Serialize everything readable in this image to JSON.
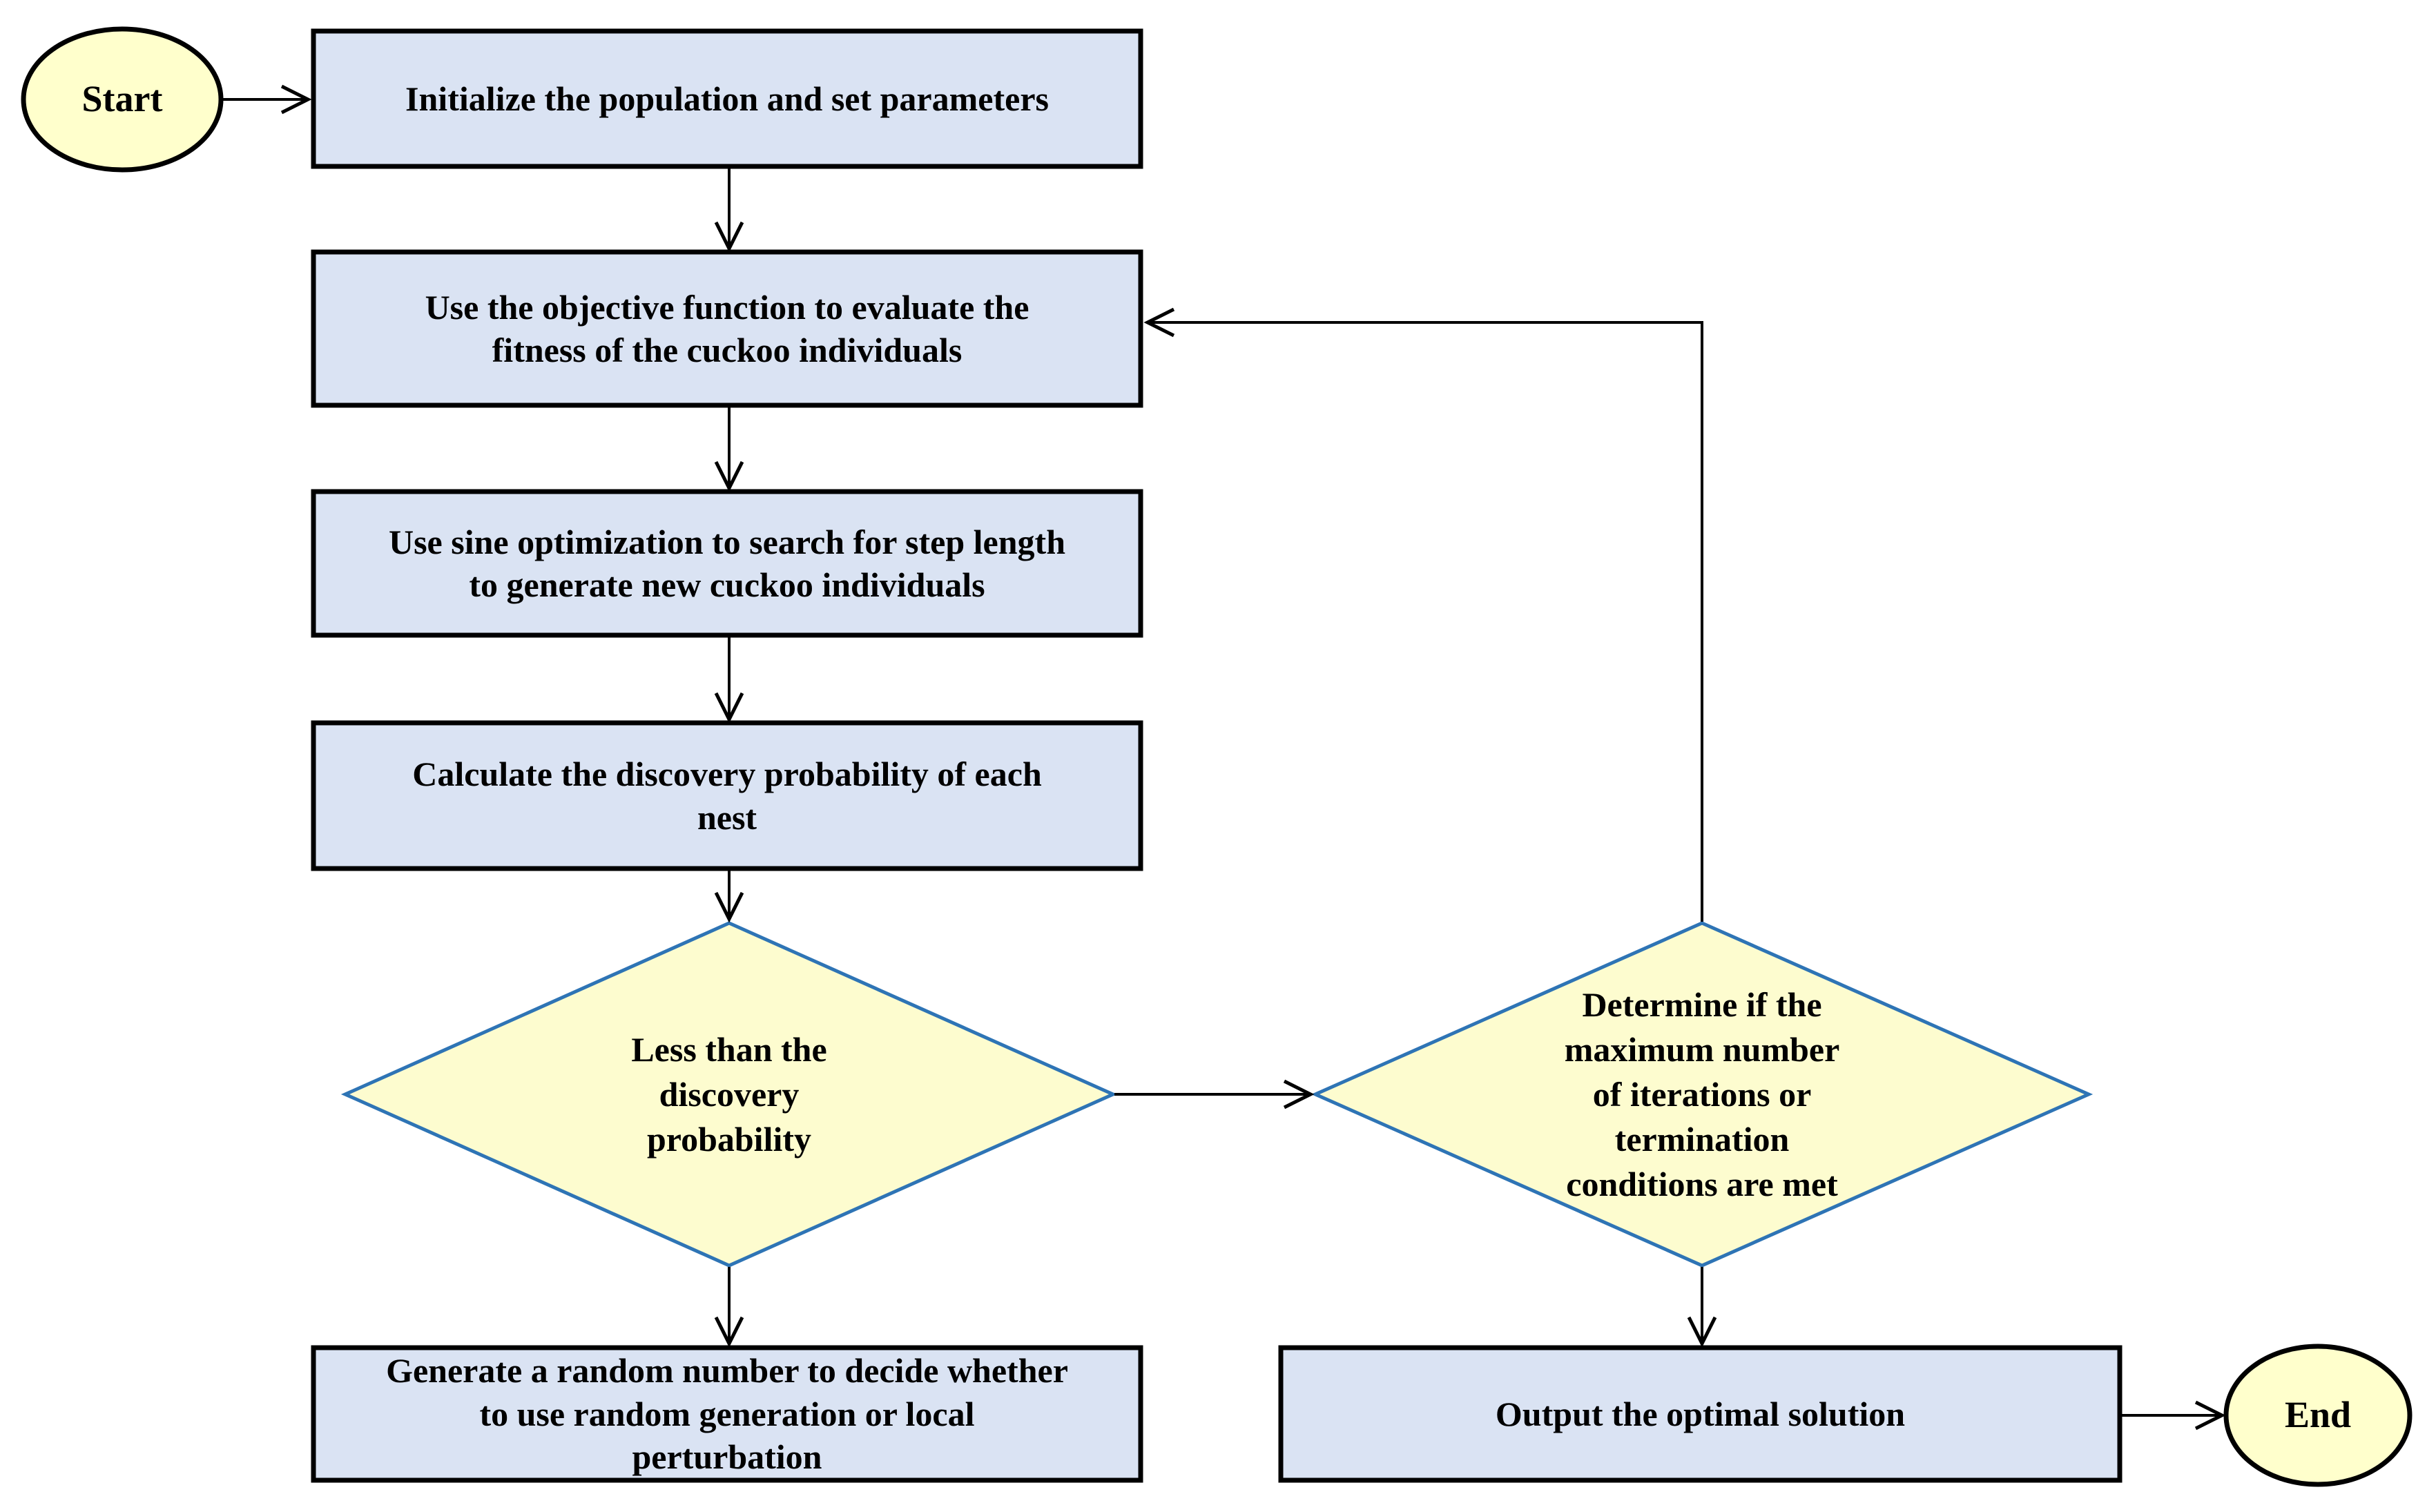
{
  "diagram": {
    "type": "flowchart",
    "background": "#ffffff"
  },
  "nodes": {
    "start": {
      "label": "Start",
      "shape": "ellipse"
    },
    "init": {
      "label": "Initialize the population and set parameters",
      "shape": "process"
    },
    "evaluate": {
      "label": "Use the objective function to evaluate the\nfitness of the cuckoo individuals",
      "shape": "process"
    },
    "sine": {
      "label": "Use sine optimization to search for step length\nto generate new cuckoo individuals",
      "shape": "process"
    },
    "calc": {
      "label": "Calculate the discovery probability of each\nnest",
      "shape": "process"
    },
    "less": {
      "label": "Less than the\ndiscovery\nprobability",
      "shape": "decision"
    },
    "random": {
      "label": "Generate a random number to decide whether\nto use random generation or local\nperturbation",
      "shape": "process"
    },
    "determine": {
      "label": "Determine if the\nmaximum number\nof iterations or\ntermination\nconditions are met",
      "shape": "decision"
    },
    "output": {
      "label": "Output the optimal solution",
      "shape": "process"
    },
    "end": {
      "label": "End",
      "shape": "ellipse"
    }
  },
  "edges": [
    {
      "from": "start",
      "to": "init"
    },
    {
      "from": "init",
      "to": "evaluate"
    },
    {
      "from": "evaluate",
      "to": "sine"
    },
    {
      "from": "sine",
      "to": "calc"
    },
    {
      "from": "calc",
      "to": "less"
    },
    {
      "from": "less",
      "to": "random"
    },
    {
      "from": "less",
      "to": "determine"
    },
    {
      "from": "determine",
      "to": "output"
    },
    {
      "from": "determine",
      "to": "evaluate"
    },
    {
      "from": "output",
      "to": "end"
    }
  ],
  "colors": {
    "process_fill": "#dae3f3",
    "process_border": "#000000",
    "terminal_fill": "#ffffcc",
    "terminal_border": "#000000",
    "decision_fill": "#fdfccf",
    "decision_border": "#2e74b5",
    "arrow": "#000000",
    "text": "#000000"
  }
}
